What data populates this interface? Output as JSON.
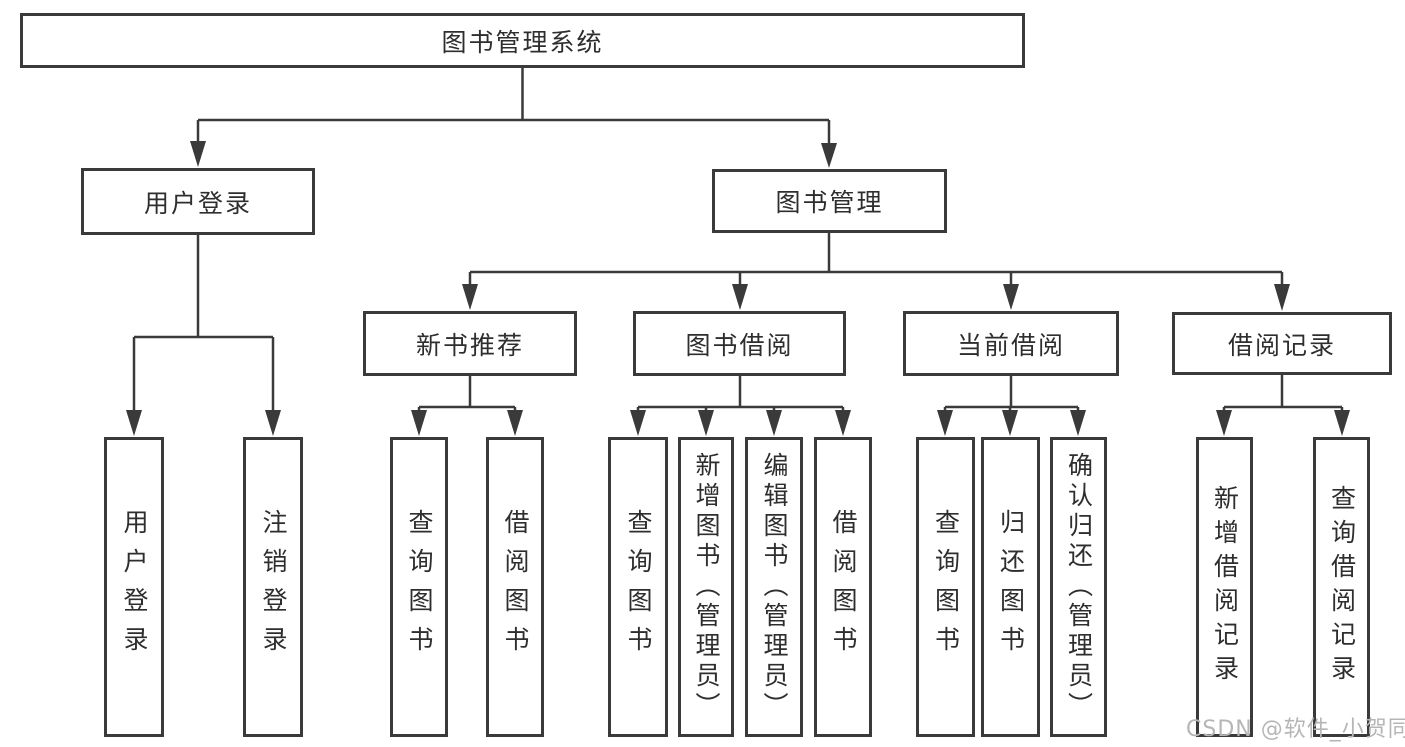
{
  "colors": {
    "line": "#3a3a3a",
    "box_border": "#3a3a3a",
    "text": "#2e2e2e",
    "background": "#ffffff",
    "watermark": "#b6b6b6"
  },
  "tree": {
    "root": {
      "label": "图书管理系统",
      "children": [
        {
          "label": "用户登录",
          "children": [
            {
              "label": "用户登录"
            },
            {
              "label": "注销登录"
            }
          ]
        },
        {
          "label": "图书管理",
          "children": [
            {
              "label": "新书推荐",
              "children": [
                {
                  "label": "查询图书"
                },
                {
                  "label": "借阅图书"
                }
              ]
            },
            {
              "label": "图书借阅",
              "children": [
                {
                  "label": "查询图书"
                },
                {
                  "label": "新增图书（管理员）"
                },
                {
                  "label": "编辑图书（管理员）"
                },
                {
                  "label": "借阅图书"
                }
              ]
            },
            {
              "label": "当前借阅",
              "children": [
                {
                  "label": "查询图书"
                },
                {
                  "label": "归还图书"
                },
                {
                  "label": "确认归还（管理员）"
                }
              ]
            },
            {
              "label": "借阅记录",
              "children": [
                {
                  "label": "新增借阅记录"
                },
                {
                  "label": "查询借阅记录"
                }
              ]
            }
          ]
        }
      ]
    }
  },
  "watermark": {
    "text": "CSDN @软件_小贺同学"
  }
}
